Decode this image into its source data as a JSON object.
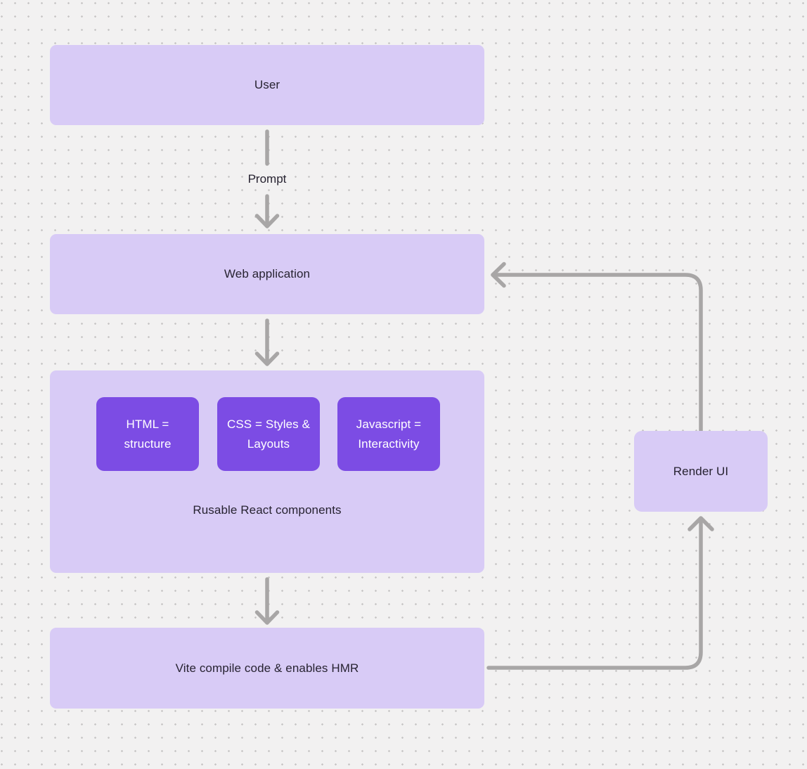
{
  "diagram": {
    "nodes": {
      "user": {
        "label": "User"
      },
      "web_application": {
        "label": "Web application"
      },
      "components": {
        "caption": "Rusable React components",
        "children": [
          {
            "label": "HTML = structure"
          },
          {
            "label": "CSS = Styles & Layouts"
          },
          {
            "label": "Javascript = Interactivity"
          }
        ]
      },
      "vite": {
        "label": "Vite compile code & enables HMR"
      },
      "render_ui": {
        "label": "Render UI"
      }
    },
    "edges": {
      "prompt_label": "Prompt"
    },
    "colors": {
      "background": "#f2f1f1",
      "grid_dot": "#c8c7c7",
      "node_fill": "#d8cbf6",
      "accent_fill": "#7c4ce4",
      "arrow": "#a8a6a6",
      "text_dark": "#272331",
      "text_light": "#ffffff"
    }
  }
}
